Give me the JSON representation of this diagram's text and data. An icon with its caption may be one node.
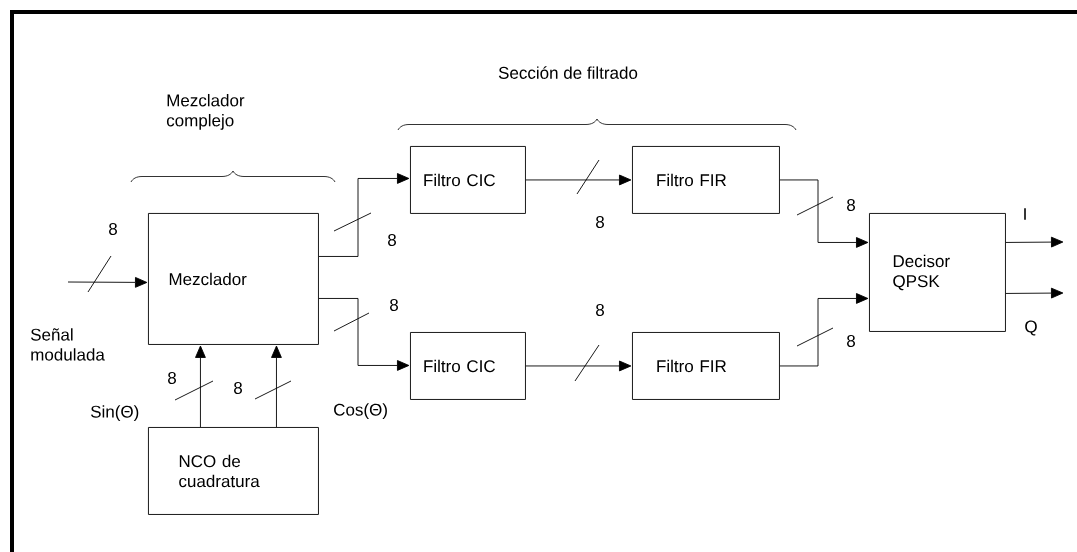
{
  "diagram": {
    "nodes": [
      {
        "text": [
          "Mezclador"
        ]
      },
      {
        "text": [
          "NCO de cuadratura"
        ]
      },
      {
        "text": [
          "Filtro CIC"
        ]
      },
      {
        "text": [
          "Filtro FIR"
        ]
      },
      {
        "text": [
          "Filtro CIC"
        ]
      },
      {
        "text": [
          "Filtro FIR"
        ]
      },
      {
        "text": [
          "Decisor QPSK"
        ]
      }
    ],
    "edges": [
      {
        "from": null,
        "to": 0,
        "arrow": "to",
        "label": "8"
      },
      {
        "from": 1,
        "to": 0,
        "arrow": "to",
        "label": "8"
      },
      {
        "from": 1,
        "to": 0,
        "arrow": "to",
        "label": "8"
      },
      {
        "from": 0,
        "to": 2,
        "arrow": "to",
        "label": "8"
      },
      {
        "from": 0,
        "to": 4,
        "arrow": "to",
        "label": "8"
      },
      {
        "from": 2,
        "to": 3,
        "arrow": "to",
        "label": "8"
      },
      {
        "from": 4,
        "to": 5,
        "arrow": "to",
        "label": "8"
      },
      {
        "from": 3,
        "to": 6,
        "arrow": "to",
        "label": "8"
      },
      {
        "from": 5,
        "to": 6,
        "arrow": "to",
        "label": "8"
      },
      {
        "from": 6,
        "to": null,
        "arrow": "to",
        "label": "I"
      },
      {
        "from": 6,
        "to": null,
        "arrow": "to",
        "label": "Q"
      }
    ],
    "labels": [
      "Sección de filtrado",
      "Mezclador complejo",
      "Señal modulada",
      "Sin(Θ)",
      "Cos(Θ)"
    ]
  }
}
